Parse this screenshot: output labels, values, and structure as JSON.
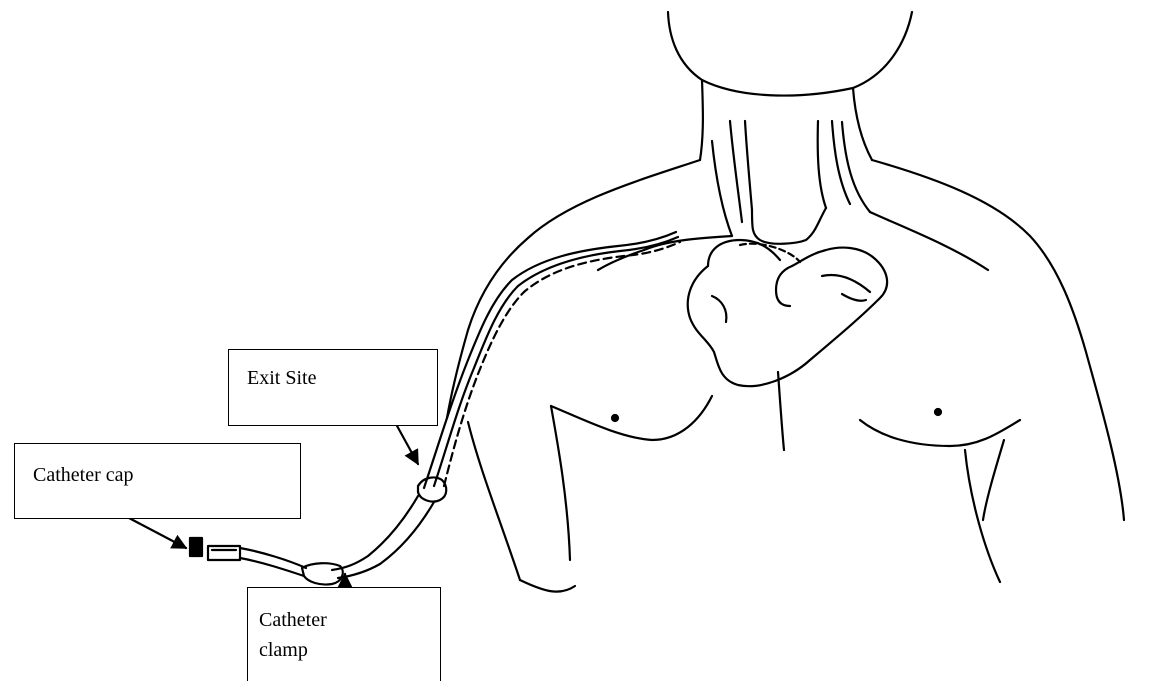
{
  "diagram": {
    "labels": {
      "exit_site": "Exit Site",
      "catheter_cap": "Catheter cap",
      "catheter_clamp": "Catheter clamp"
    },
    "colors": {
      "line": "#000000",
      "background": "#ffffff"
    }
  }
}
